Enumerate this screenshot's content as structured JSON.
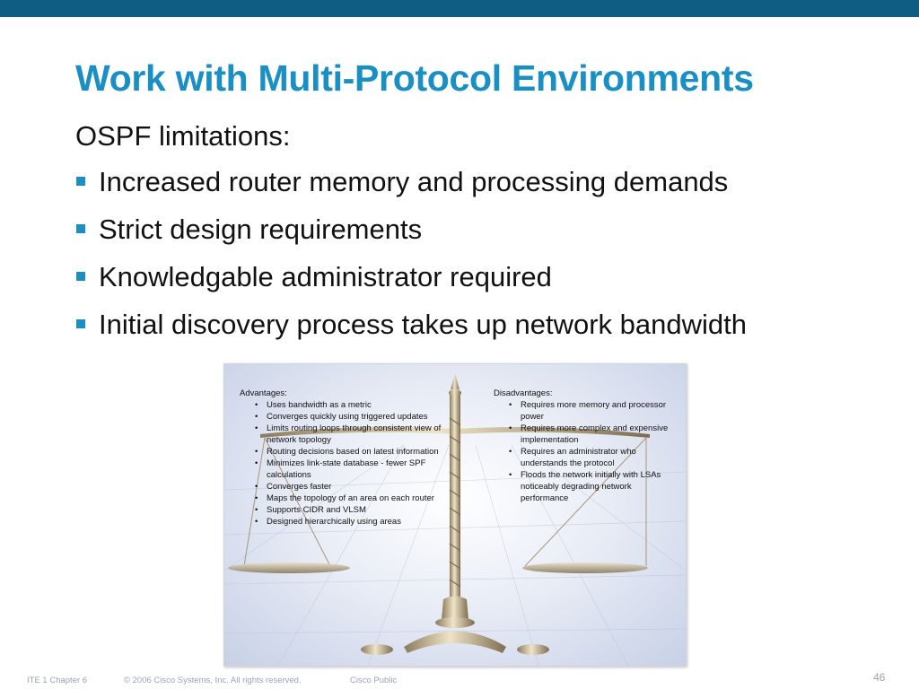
{
  "slide": {
    "title": "Work with Multi-Protocol Environments",
    "subtitle": "OSPF limitations:",
    "bullets": [
      "Increased router memory and processing demands",
      "Strict design requirements",
      "Knowledgable administrator required",
      "Initial discovery process takes up network bandwidth"
    ]
  },
  "figure": {
    "advantages_title": "Advantages:",
    "advantages": [
      "Uses bandwidth as a metric",
      "Converges quickly using triggered updates",
      "Limits routing loops through consistent view of network topology",
      "Routing decisions based on latest information",
      "Minimizes link-state database - fewer SPF calculations",
      "Converges faster",
      "Maps the topology of an area on each router",
      "Supports CIDR and VLSM",
      "Designed hierarchically using areas"
    ],
    "disadvantages_title": "Disadvantages:",
    "disadvantages": [
      "Requires more memory and processor power",
      "Requires more complex and expensive implementation",
      "Requires an administrator who understands the protocol",
      "Floods the network initially with LSAs noticeably degrading network performance"
    ]
  },
  "footer": {
    "chapter": "ITE 1 Chapter 6",
    "copyright": "© 2006 Cisco Systems, Inc. All rights reserved.",
    "classification": "Cisco Public",
    "page_number": "46"
  },
  "colors": {
    "top_bar": "#0f5d83",
    "title": "#1a8fc4",
    "bullet_marker": "#1a8fc4"
  }
}
